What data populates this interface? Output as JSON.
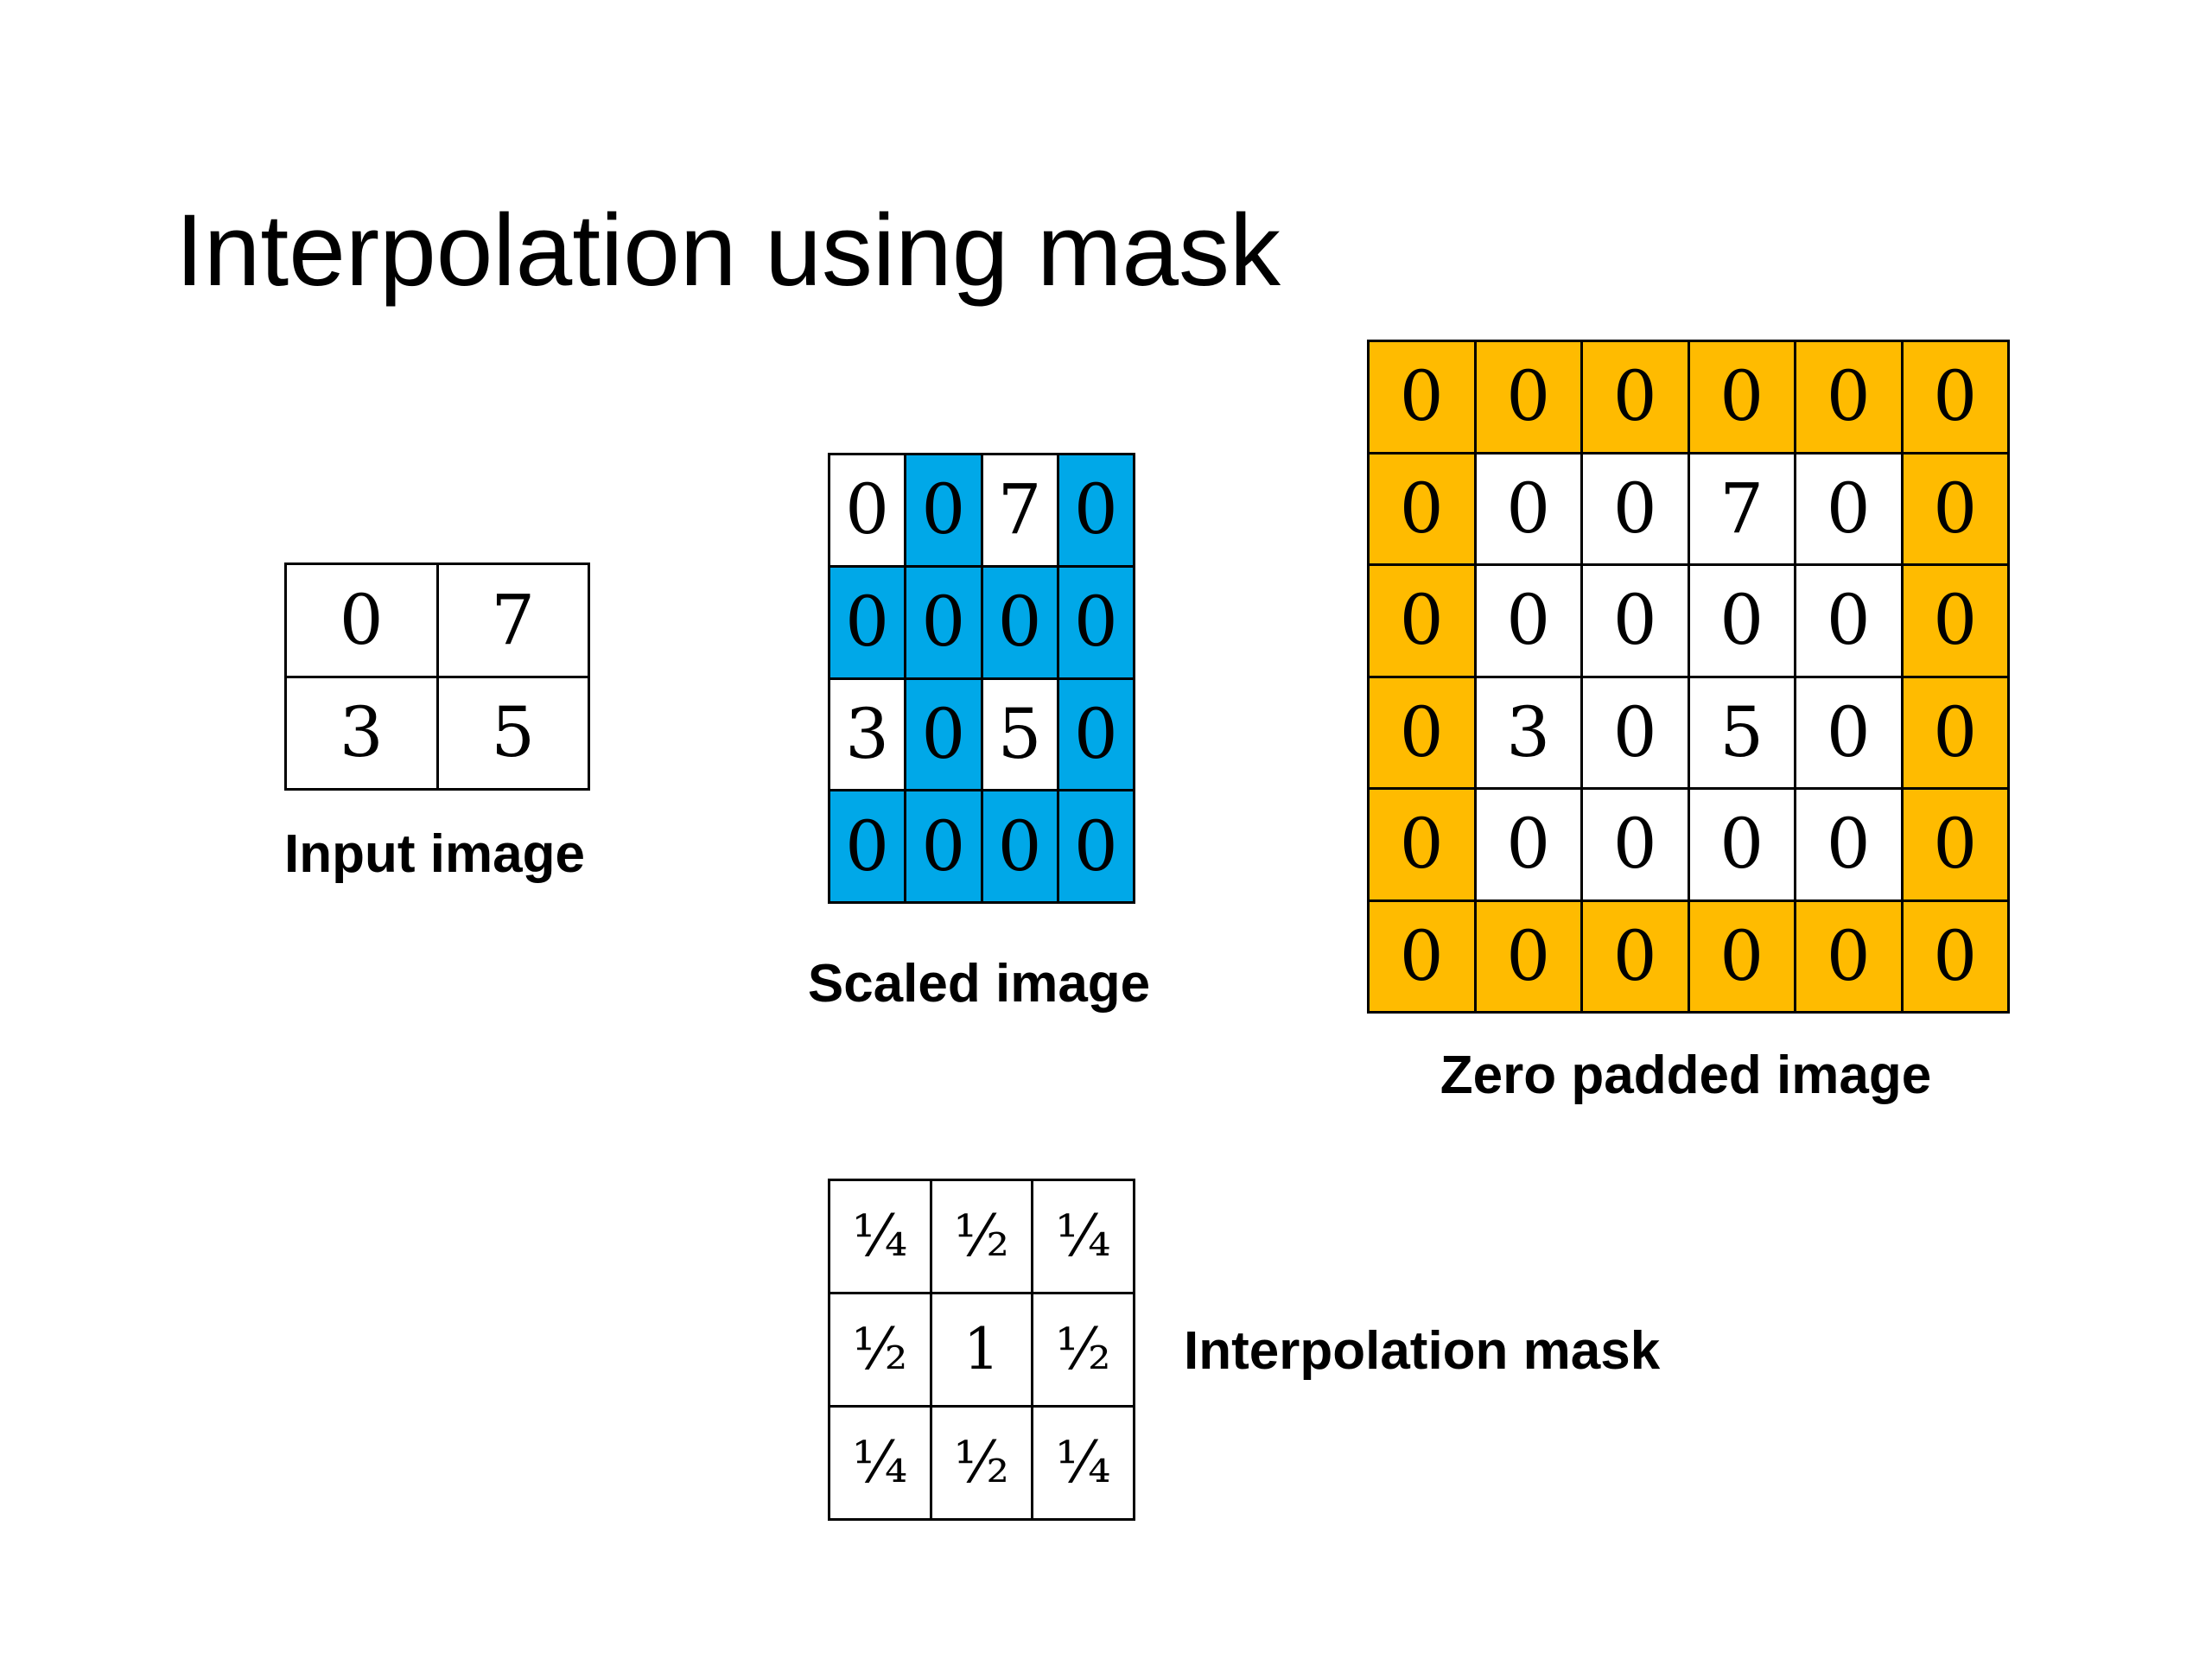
{
  "title": "Interpolation using mask",
  "colors": {
    "scaled_highlight": "#00a8e8",
    "padding_highlight": "#ffbb00",
    "cell_background": "#ffffff",
    "grid_line": "#000000"
  },
  "input_image": {
    "label": "Input image",
    "cells": [
      [
        {
          "v": "0",
          "fill": "white"
        },
        {
          "v": "7",
          "fill": "white"
        }
      ],
      [
        {
          "v": "3",
          "fill": "white"
        },
        {
          "v": "5",
          "fill": "white"
        }
      ]
    ]
  },
  "scaled_image": {
    "label": "Scaled image",
    "cells": [
      [
        {
          "v": "0",
          "fill": "white"
        },
        {
          "v": "0",
          "fill": "blue"
        },
        {
          "v": "7",
          "fill": "white"
        },
        {
          "v": "0",
          "fill": "blue"
        }
      ],
      [
        {
          "v": "0",
          "fill": "blue"
        },
        {
          "v": "0",
          "fill": "blue"
        },
        {
          "v": "0",
          "fill": "blue"
        },
        {
          "v": "0",
          "fill": "blue"
        }
      ],
      [
        {
          "v": "3",
          "fill": "white"
        },
        {
          "v": "0",
          "fill": "blue"
        },
        {
          "v": "5",
          "fill": "white"
        },
        {
          "v": "0",
          "fill": "blue"
        }
      ],
      [
        {
          "v": "0",
          "fill": "blue"
        },
        {
          "v": "0",
          "fill": "blue"
        },
        {
          "v": "0",
          "fill": "blue"
        },
        {
          "v": "0",
          "fill": "blue"
        }
      ]
    ]
  },
  "zero_padded_image": {
    "label": "Zero padded image",
    "cells": [
      [
        {
          "v": "0",
          "fill": "gold"
        },
        {
          "v": "0",
          "fill": "gold"
        },
        {
          "v": "0",
          "fill": "gold"
        },
        {
          "v": "0",
          "fill": "gold"
        },
        {
          "v": "0",
          "fill": "gold"
        },
        {
          "v": "0",
          "fill": "gold"
        }
      ],
      [
        {
          "v": "0",
          "fill": "gold"
        },
        {
          "v": "0",
          "fill": "white"
        },
        {
          "v": "0",
          "fill": "white"
        },
        {
          "v": "7",
          "fill": "white"
        },
        {
          "v": "0",
          "fill": "white"
        },
        {
          "v": "0",
          "fill": "gold"
        }
      ],
      [
        {
          "v": "0",
          "fill": "gold"
        },
        {
          "v": "0",
          "fill": "white"
        },
        {
          "v": "0",
          "fill": "white"
        },
        {
          "v": "0",
          "fill": "white"
        },
        {
          "v": "0",
          "fill": "white"
        },
        {
          "v": "0",
          "fill": "gold"
        }
      ],
      [
        {
          "v": "0",
          "fill": "gold"
        },
        {
          "v": "3",
          "fill": "white"
        },
        {
          "v": "0",
          "fill": "white"
        },
        {
          "v": "5",
          "fill": "white"
        },
        {
          "v": "0",
          "fill": "white"
        },
        {
          "v": "0",
          "fill": "gold"
        }
      ],
      [
        {
          "v": "0",
          "fill": "gold"
        },
        {
          "v": "0",
          "fill": "white"
        },
        {
          "v": "0",
          "fill": "white"
        },
        {
          "v": "0",
          "fill": "white"
        },
        {
          "v": "0",
          "fill": "white"
        },
        {
          "v": "0",
          "fill": "gold"
        }
      ],
      [
        {
          "v": "0",
          "fill": "gold"
        },
        {
          "v": "0",
          "fill": "gold"
        },
        {
          "v": "0",
          "fill": "gold"
        },
        {
          "v": "0",
          "fill": "gold"
        },
        {
          "v": "0",
          "fill": "gold"
        },
        {
          "v": "0",
          "fill": "gold"
        }
      ]
    ]
  },
  "interpolation_mask": {
    "label": "Interpolation mask",
    "cells": [
      [
        {
          "v": "¼",
          "fill": "white"
        },
        {
          "v": "½",
          "fill": "white"
        },
        {
          "v": "¼",
          "fill": "white"
        }
      ],
      [
        {
          "v": "½",
          "fill": "white"
        },
        {
          "v": "1",
          "fill": "white"
        },
        {
          "v": "½",
          "fill": "white"
        }
      ],
      [
        {
          "v": "¼",
          "fill": "white"
        },
        {
          "v": "½",
          "fill": "white"
        },
        {
          "v": "¼",
          "fill": "white"
        }
      ]
    ]
  }
}
